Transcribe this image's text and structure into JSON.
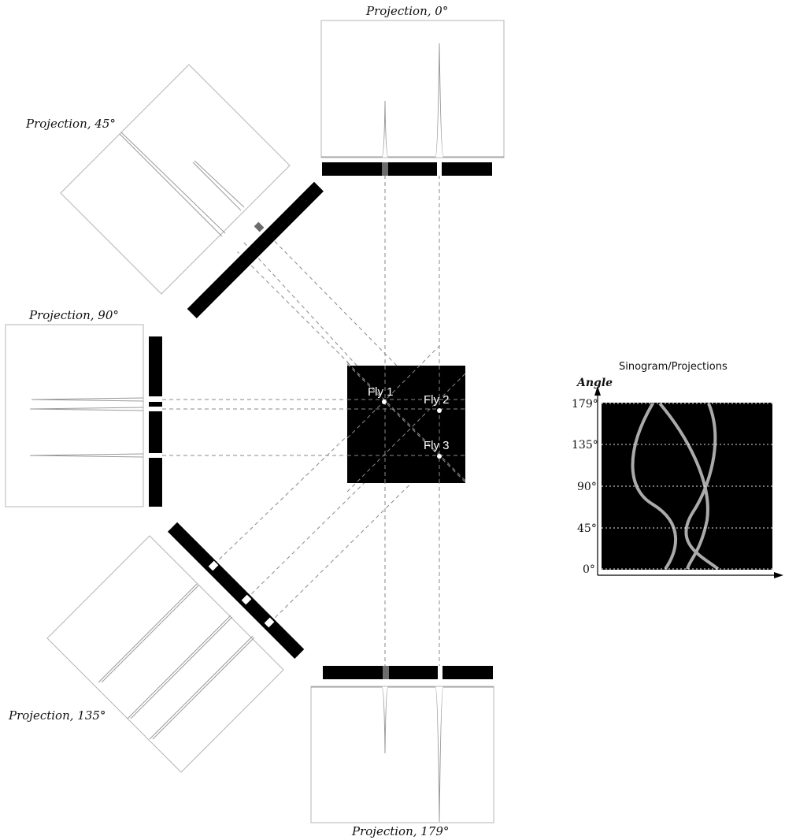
{
  "projections": [
    {
      "id": "p0",
      "angle_deg": 0,
      "title": "Projection, 0°"
    },
    {
      "id": "p45",
      "angle_deg": 45,
      "title": "Projection, 45°"
    },
    {
      "id": "p90",
      "angle_deg": 90,
      "title": "Projection, 90°"
    },
    {
      "id": "p135",
      "angle_deg": 135,
      "title": "Projection, 135°"
    },
    {
      "id": "p179",
      "angle_deg": 179,
      "title": "Projection, 179°"
    }
  ],
  "flies": [
    {
      "id": "fly-1",
      "label": "Fly 1"
    },
    {
      "id": "fly-2",
      "label": "Fly 2"
    },
    {
      "id": "fly-3",
      "label": "Fly 3"
    }
  ],
  "sinogram": {
    "title": "Sinogram/Projections",
    "y_axis_label": "Angle",
    "ticks": [
      "179°",
      "135°",
      "90°",
      "45°",
      "0°"
    ]
  },
  "colors": {
    "background": "#ffffff",
    "object": "#000000",
    "detector": "#000000",
    "guide_line": "#8a8a8a",
    "profile_line": "#9a9a9a",
    "fly_dot": "#ffffff"
  }
}
